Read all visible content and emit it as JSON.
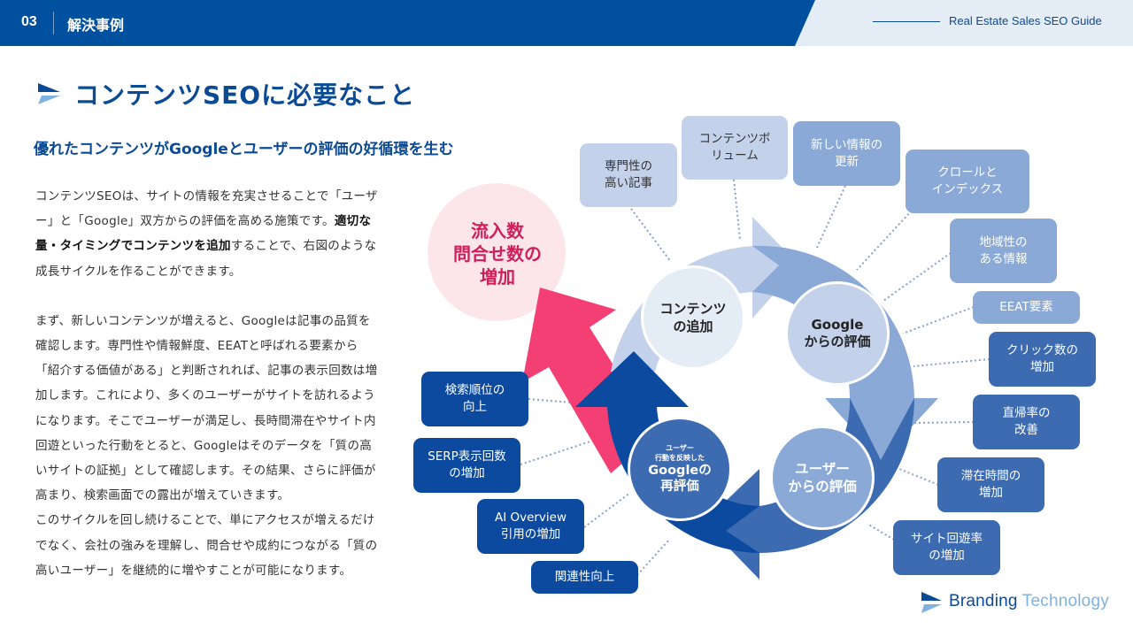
{
  "header": {
    "section_number": "03",
    "section_title": "解決事例",
    "guide_title": "Real Estate Sales SEO Guide"
  },
  "colors": {
    "brand_dark": "#0050A0",
    "header_light": "#E4ECF6",
    "title": "#0B4A95",
    "accent_pink": "#F43F75",
    "pink_circle": "#FDE6EA",
    "pink_text": "#D01E5A",
    "cycle_1": "#C3D2EA",
    "cycle_2": "#8AA9D6",
    "cycle_3": "#3C6BB1",
    "cycle_4": "#0B4A9E"
  },
  "page": {
    "title": "コンテンツSEOに必要なこと",
    "subtitle": "優れたコンテンツがGoogleとユーザーの評価の好循環を生む"
  },
  "body": {
    "p1_a": "コンテンツSEOは、サイトの情報を充実させることで「ユーザー」と「Google」双方からの評価を高める施策です。",
    "p1_bold": "適切な量・タイミングでコンテンツを追加",
    "p1_b": "することで、右図のような成長サイクルを作ることができます。",
    "p2": "まず、新しいコンテンツが増えると、Googleは記事の品質を確認します。専門性や情報鮮度、EEATと呼ばれる要素から「紹介する価値がある」と判断されれば、記事の表示回数は増加します。これにより、多くのユーザーがサイトを訪れるようになります。そこでユーザーが満足し、長時間滞在やサイト内回遊といった行動をとると、Googleはそのデータを「質の高いサイトの証拠」として確認します。その結果、さらに評価が高まり、検索画面での露出が増えていきます。",
    "p3": "このサイクルを回し続けることで、単にアクセスが増えるだけでなく、会社の強みを理解し、問合せや成約につながる「質の高いユーザー」を継続的に増やすことが可能になります。"
  },
  "diagram": {
    "outcome": "流入数\n問合せ数の\n増加",
    "nodes": {
      "content": "コンテンツ\nの追加",
      "google": "Google\nからの評価",
      "user": "ユーザー\nからの評価",
      "reeval_small": "ユーザー\n行動を反映した",
      "reeval_main": "Googleの\n再評価"
    },
    "content_factors": [
      "専門性の\n高い記事",
      "コンテンツボ\nリューム"
    ],
    "google_factors": [
      "新しい情報の\n更新",
      "クロールと\nインデックス",
      "地域性の\nある情報",
      "EEAT要素"
    ],
    "user_factors": [
      "クリック数の\n増加",
      "直帰率の\n改善",
      "滞在時間の\n増加",
      "サイト回遊率\nの増加"
    ],
    "reeval_factors": [
      "検索順位の\n向上",
      "SERP表示回数\nの増加",
      "AI Overview\n引用の増加",
      "関連性向上"
    ]
  },
  "footer": {
    "logo_word1": "Branding",
    "logo_word2": "Technology"
  }
}
